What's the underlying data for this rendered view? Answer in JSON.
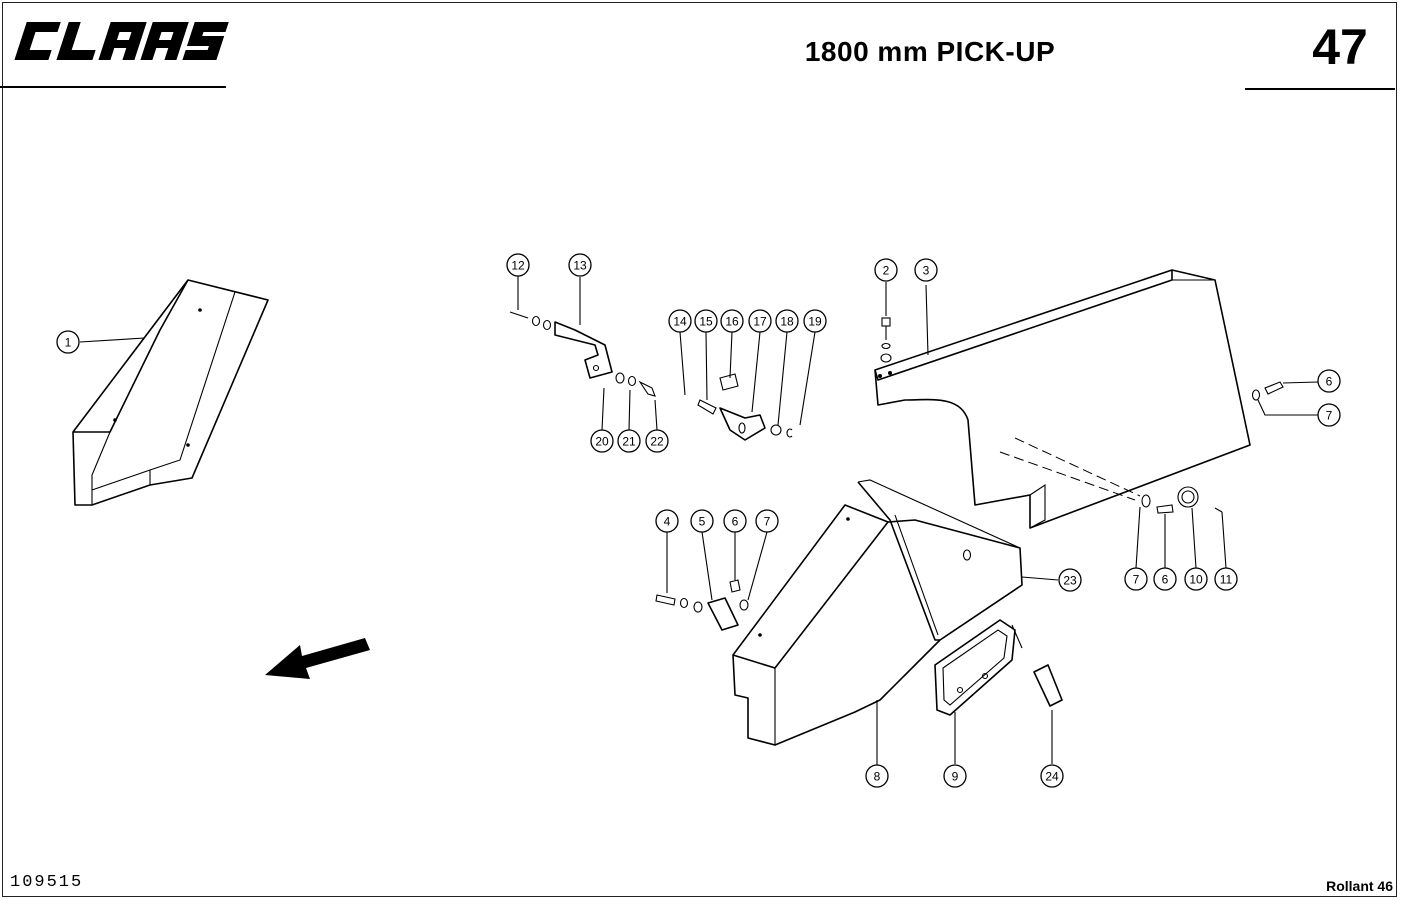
{
  "header": {
    "brand": "CLAAS",
    "title": "1800 mm PICK-UP",
    "page_number": "47"
  },
  "footer": {
    "reference_number": "109515",
    "model": "Rollant 46"
  },
  "diagram": {
    "callouts": [
      "1",
      "2",
      "3",
      "4",
      "5",
      "6",
      "7",
      "6",
      "7",
      "6",
      "7",
      "8",
      "9",
      "10",
      "11",
      "12",
      "13",
      "14",
      "15",
      "16",
      "17",
      "18",
      "19",
      "20",
      "21",
      "22",
      "23",
      "24"
    ]
  }
}
